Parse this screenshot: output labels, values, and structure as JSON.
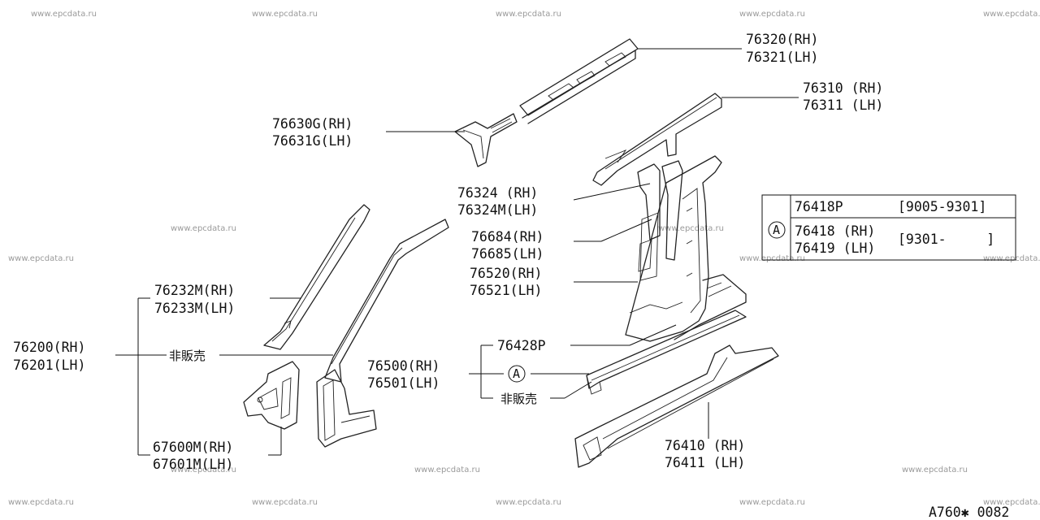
{
  "watermark": "www.epcdata.ru",
  "diagram_code": "A760✱ 0082",
  "callouts": {
    "p76320": {
      "rh": "76320(RH)",
      "lh": "76321(LH)"
    },
    "p76310": {
      "rh": "76310 (RH)",
      "lh": "76311 (LH)"
    },
    "p76630": {
      "rh": "76630G(RH)",
      "lh": "76631G(LH)"
    },
    "p76324": {
      "rh": "76324  (RH)",
      "lh": "76324M(LH)"
    },
    "p76684": {
      "rh": "76684(RH)",
      "lh": "76685(LH)"
    },
    "p76520": {
      "rh": "76520(RH)",
      "lh": "76521(LH)"
    },
    "p76232": {
      "rh": "76232M(RH)",
      "lh": "76233M(LH)"
    },
    "p76200": {
      "rh": "76200(RH)",
      "lh": "76201(LH)"
    },
    "not_for_sale_1": "非販売",
    "p67600": {
      "rh": "67600M(RH)",
      "lh": "67601M(LH)"
    },
    "p76428": "76428P",
    "p76500": {
      "rh": "76500(RH)",
      "lh": "76501(LH)"
    },
    "ref_a": "A",
    "not_for_sale_2": "非販売",
    "p76410": {
      "rh": "76410 (RH)",
      "lh": "76411 (LH)"
    }
  },
  "reference_table": {
    "marker": "A",
    "row1": {
      "part": "76418P",
      "period": "[9005-9301]"
    },
    "row2": {
      "part_rh": "76418 (RH)",
      "part_lh": "76419 (LH)",
      "period": "[9301-     ]"
    }
  }
}
